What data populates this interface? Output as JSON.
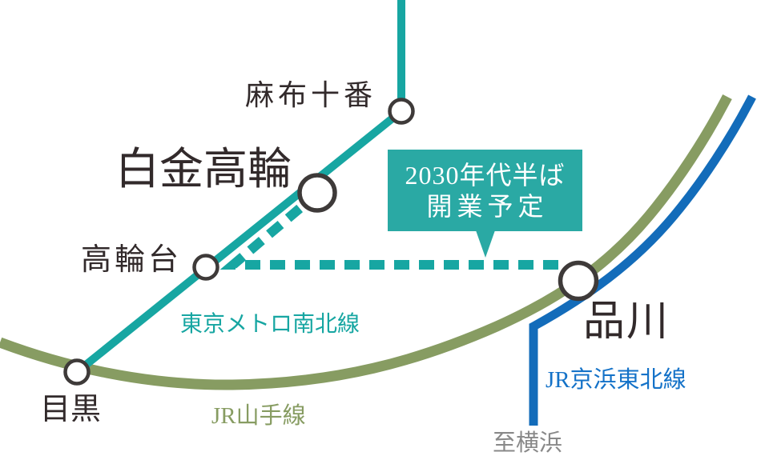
{
  "diagram_title": "transit-route-map",
  "colors": {
    "background": "#ffffff",
    "namboku_teal": "#17a6a2",
    "callout_teal": "#2aa9a4",
    "yamanote_green": "#879c62",
    "keihin_blue": "#136cba",
    "keihin_label_blue": "#1472c8",
    "station_label_dark": "#322a2b",
    "direction_label_gray": "#898989",
    "marker_stroke": "#3e3a39",
    "marker_fill": "#ffffff"
  },
  "stations": {
    "azabujuban": "麻布十番",
    "shirokane_takanawa": "白金高輪",
    "takanawadai": "高輪台",
    "meguro": "目黒",
    "shinagawa": "品川"
  },
  "lines": {
    "namboku": "東京メトロ南北線",
    "yamanote": "JR山手線",
    "keihin_tohoku": "JR京浜東北線"
  },
  "direction_note": "至横浜",
  "callout": {
    "line1": "2030年代半ば",
    "line2": "開業予定"
  }
}
